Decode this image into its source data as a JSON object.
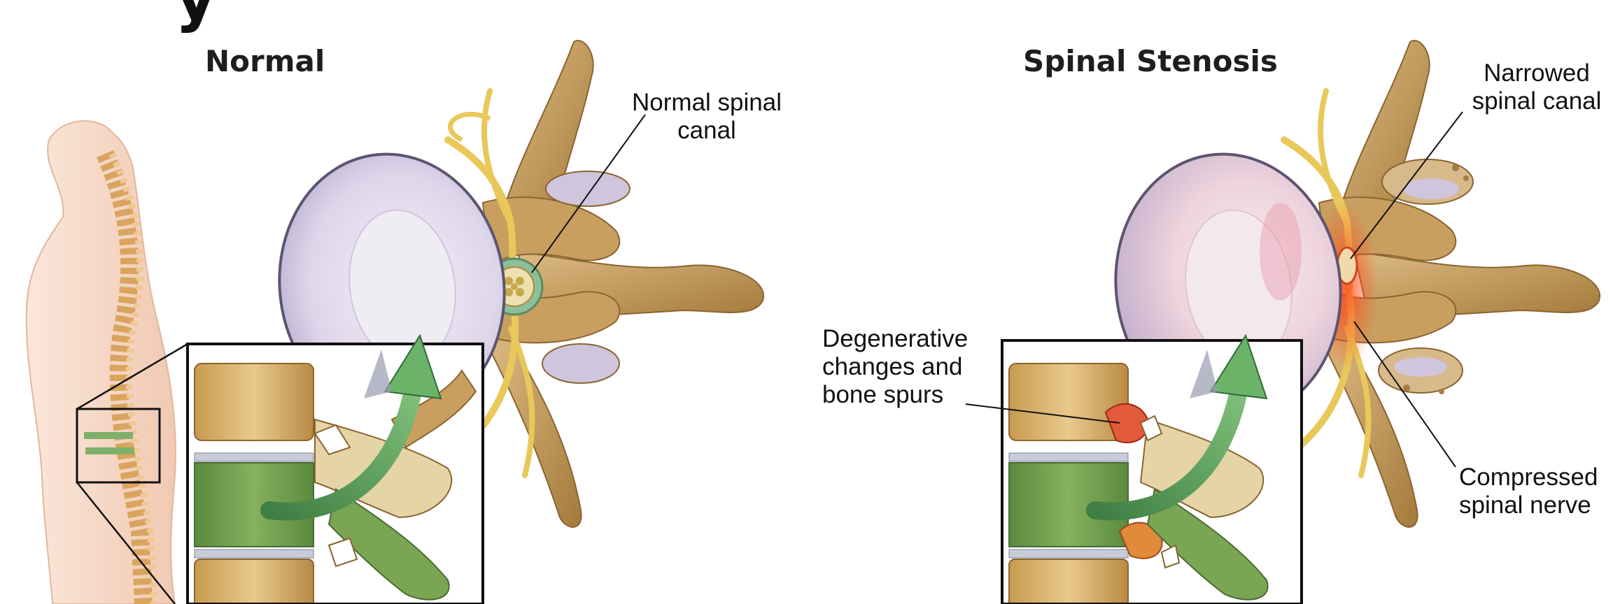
{
  "figure": {
    "top_title_fragment": "y",
    "panels": [
      {
        "title": "Normal",
        "callouts": [
          "Normal spinal\ncanal"
        ]
      },
      {
        "title": "Spinal Stenosis",
        "callouts": [
          "Narrowed\nspinal canal",
          "Degenerative\nchanges and\nbone spurs",
          "Compressed\nspinal nerve"
        ]
      }
    ]
  },
  "colors": {
    "bone": "#c9a46a",
    "bone_dark": "#8a6430",
    "disc": "#d9d3e6",
    "nerve": "#e9c85a",
    "green_disc": "#6c9a4a",
    "arrow_green": "#5ea05a",
    "inflammation": "#e24a2a",
    "skin": "#f7dccb"
  }
}
